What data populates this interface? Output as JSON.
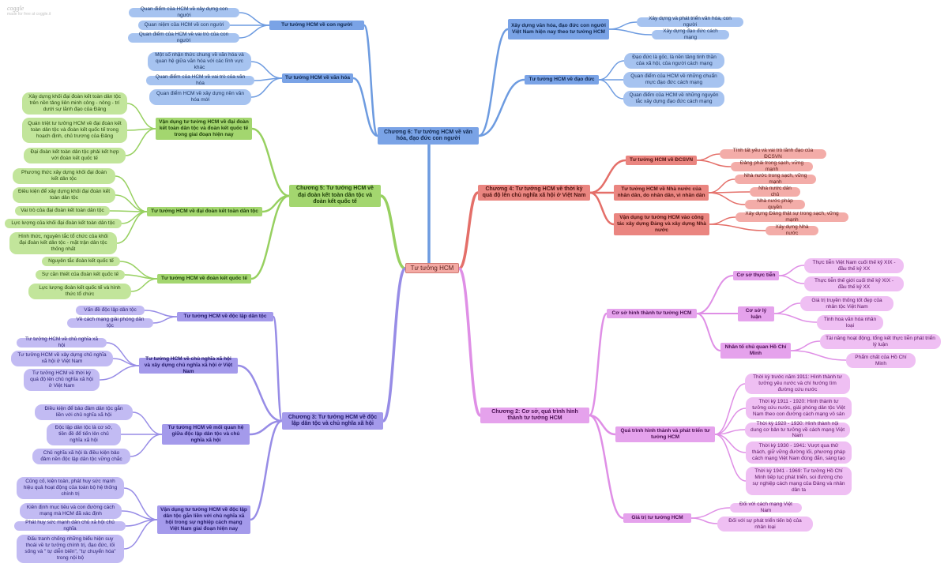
{
  "watermark": {
    "brand": "coggle",
    "tagline": "made for free at coggle.it"
  },
  "colors": {
    "blue": "#6d9be0",
    "green": "#97d060",
    "purple": "#978ce6",
    "red": "#e46f69",
    "pink": "#df8fe6",
    "root": "#f4aaa4"
  },
  "root": "Tư tưởng HCM",
  "ch6": {
    "title": "Chương 6: Tư tưởng HCM về văn hóa, đạo đức con người",
    "con_nguoi": {
      "label": "Tư tưởng HCM về con người",
      "items": [
        "Quan điểm của HCM về xây dựng con người",
        "Quan niệm của HCM về con người",
        "Quan điểm của HCM về vai trò của con người"
      ]
    },
    "van_hoa": {
      "label": "Tư tưởng HCM về văn hóa",
      "items": [
        "Một số nhận thức chung về văn hóa và quan hệ giữa văn hóa với các lĩnh vực khác",
        "Quan điểm của HCM về vai trò của văn hóa",
        "Quan điểm HCM về xây dựng nền văn hóa mới"
      ]
    },
    "xay_dung": {
      "label": "Xây dựng văn hóa, đạo đức con người Việt Nam hiện nay theo tư tưởng HCM",
      "items": [
        "Xây dựng và phát triển văn hóa, con người",
        "Xây dựng đạo đức cách mạng"
      ]
    },
    "dao_duc": {
      "label": "Tư tưởng HCM về đạo đức",
      "items": [
        "Đạo đức là gốc, là nền tảng tinh thần của xã hội, của người cách mạng",
        "Quan điểm của HCM về những chuẩn mực đạo đức cách mạng",
        "Quan điểm của HCM về những nguyên tắc xây dựng đạo đức cách mạng"
      ]
    }
  },
  "ch5": {
    "title": "Chương 5: Tư tưởng HCM về đại đoàn kết toàn dân tộc và đoàn kết quốc tế",
    "van_dung": {
      "label": "Vận dụng tư tưởng HCM về đại đoàn kết toàn dân tộc và đoàn kết quốc tế trong giai đoạn hiện nay",
      "items": [
        "Xây dựng khối đại đoàn kết toàn dân tộc trên nền tảng liên minh công - nông - trí dưới sự lãnh đạo của Đảng",
        "Quán triệt tư tưởng HCM về đại đoàn kết toàn dân tộc và đoàn kết quốc tế trong hoạch định, chủ trương của Đảng",
        "Đại đoàn kết toàn dân tộc phải kết hợp với đoàn kết quốc tế"
      ]
    },
    "dai_doan_ket": {
      "label": "Tư tưởng HCM về đại đoàn kết toàn dân tộc",
      "items": [
        "Phương thức xây dựng khối đại đoàn kết dân tộc",
        "Điều kiện để xây dựng khối đại đoàn kết toàn dân tộc",
        "Vai trò của đại đoàn kết toàn dân tộc",
        "Lực lượng của khối đại đoàn kết toàn dân tộc",
        "Hình thức, nguyên tắc tổ chức của khối đại đoàn kết dân tộc - mặt trận dân tộc thống nhất"
      ]
    },
    "quoc_te": {
      "label": "Tư tưởng HCM về đoàn kết quốc tế",
      "items": [
        "Nguyên tắc đoàn kết quốc tế",
        "Sự cần thiết của đoàn kết quốc tế",
        "Lực lượng đoàn kết quốc tế và hình thức tổ chức"
      ]
    }
  },
  "ch3": {
    "title": "Chương 3: Tư tưởng HCM về độc lập dân tộc và chủ nghĩa xã hội",
    "doc_lap": {
      "label": "Tư tưởng HCM về độc lập dân tộc",
      "items": [
        "Vấn đề độc lập dân tộc",
        "Về cách mạng giải phóng dân tộc"
      ]
    },
    "cnxh": {
      "label": "Tư tưởng HCM về chủ nghĩa xã hội và xây dựng chủ nghĩa xã hội ở Việt Nam",
      "items": [
        "Tư tưởng HCM về chủ nghĩa xã hội",
        "Tư tưởng HCM về xây dựng chủ nghĩa xã hội ở Việt Nam",
        "Tư tưởng HCM về thời kỳ quá độ lên chủ nghĩa xã hội ở Việt Nam"
      ]
    },
    "moi_quan_he": {
      "label": "Tư tưởng HCM về mối quan hệ giữa độc lập dân tộc và chủ nghĩa xã hội",
      "items": [
        "Điều kiện để bảo đảm dân tộc gắn liền với chủ nghĩa xã hội",
        "Độc lập dân tộc là cơ sở, tiền đề để tiến lên chủ nghĩa xã hội",
        "Chủ nghĩa xã hội là điều kiện bảo đảm nền độc lập dân tộc vững chắc"
      ]
    },
    "van_dung": {
      "label": "Vận dụng tư tưởng HCM về độc lập dân tộc gắn liền với chủ nghĩa xã hội trong sự nghiệp cách mạng Việt Nam giai đoạn hiện nay",
      "items": [
        "Củng cố, kiện toàn, phát huy sức mạnh hiệu quả hoạt động của toàn bộ hệ thống chính trị",
        "Kiên định mục tiêu và con đường cách mạng mà HCM đã xác định",
        "Phát huy sức mạnh dân chủ xã hội chủ nghĩa",
        "Đấu tranh chống những biểu hiện suy thoái về tư tưởng chính trị, đạo đức, lối sống và \" tự diễn biến\", \"tự chuyển hóa\" trong nội bộ"
      ]
    }
  },
  "ch4": {
    "title": "Chương 4: Tư tưởng HCM về thời kỳ quá độ lên chủ nghĩa xã hội ở Việt Nam",
    "dcsvn": {
      "label": "Tư tưởng HCM về ĐCSVN",
      "items": [
        "Tính tất yếu và vai trò lãnh đạo của ĐCSVN",
        "Đảng phải trong sạch, vững mạnh"
      ]
    },
    "nha_nuoc": {
      "label": "Tư tưởng HCM về Nhà nước của nhân dân, do nhân dân, vì nhân dân",
      "items": [
        "Nhà nước trong sạch, vững mạnh",
        "Nhà nước dân chủ",
        "Nhà nước pháp quyền"
      ]
    },
    "van_dung": {
      "label": "Vận dụng tư tưởng HCM vào công tác xây dựng Đảng và xây dựng Nhà nước",
      "items": [
        "Xây dựng Đảng thật sự trong sạch, vững mạnh",
        "Xây dựng Nhà nước"
      ]
    }
  },
  "ch2": {
    "title": "Chương 2: Cơ sở, quá trình hình thành tư tưởng HCM",
    "co_so": {
      "label": "Cơ sở hình thành tư tưởng HCM",
      "thuc_tien": {
        "label": "Cơ sở thực tiễn",
        "items": [
          "Thực tiễn Việt Nam cuối thế kỷ XIX - đầu thế kỷ XX",
          "Thực tiễn thế giới cuối thế kỷ XIX - đầu thế kỷ XX"
        ]
      },
      "ly_luan": {
        "label": "Cơ sở lý luận",
        "items": [
          "Giá trị truyền thống tốt đẹp của nhân tộc Việt Nam",
          "Tinh hoa văn hóa nhân loại"
        ]
      },
      "chu_quan": {
        "label": "Nhân tố chủ quan Hồ Chí Minh",
        "items": [
          "Tài năng hoạt động, tổng kết thực tiễn phát triển lý luận",
          "Phẩm chất của Hồ Chí Minh"
        ]
      }
    },
    "qua_trinh": {
      "label": "Quá trình hình thành và phát triển tư tưởng HCM",
      "items": [
        "Thời kỳ trước năm 1911: Hình thành tư tưởng yêu nước và chí hướng tìm đường cứu nước",
        "Thời kỳ 1911 - 1920: Hình thành tư tưởng cứu nước, giải phóng dân tộc Việt Nam theo con đường cách mạng vô sản",
        "Thời kỳ 1920 - 1930: Hình thành nội dung cơ bản tư tưởng về cách mạng Việt Nam",
        "Thời kỳ 1930 - 1941: Vượt qua thử thách, giữ vững đường lối, phương pháp cách mạng Việt Nam đúng đắn, sáng tạo",
        "Thời kỳ 1941 - 1969: Tư tưởng Hồ Chí Minh tiếp tục phát triển, soi đường cho sự nghiệp cách mạng của Đảng và nhân dân ta"
      ]
    },
    "gia_tri": {
      "label": "Giá trị tư tưởng HCM",
      "items": [
        "Đối với cách mạng Việt Nam",
        "Đối với sự phát triển tiến bộ của nhân loại"
      ]
    }
  }
}
